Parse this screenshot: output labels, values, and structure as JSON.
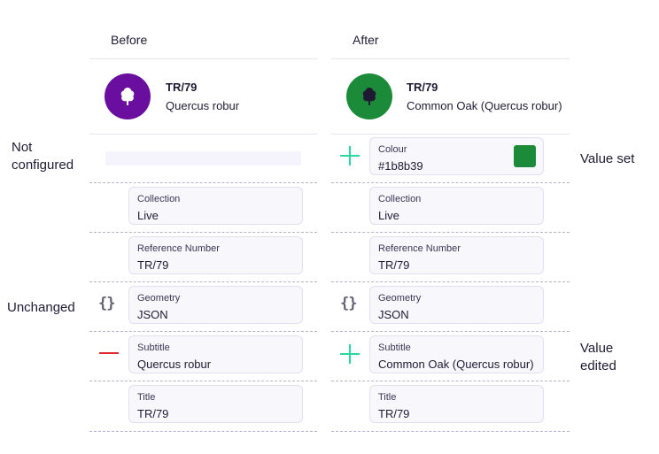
{
  "columns": {
    "before": "Before",
    "after": "After"
  },
  "before_feature": {
    "title": "TR/79",
    "subtitle": "Quercus robur",
    "color": "#6a0ea0"
  },
  "after_feature": {
    "title": "TR/79",
    "subtitle": "Common Oak (Quercus robur)",
    "color": "#1b8b39"
  },
  "side_labels": {
    "not_configured": "Not\nconfigured",
    "unchanged": "Unchanged",
    "value_set": "Value set",
    "value_edited": "Value\nedited"
  },
  "before_rows": {
    "collection": {
      "label": "Collection",
      "value": "Live"
    },
    "reference": {
      "label": "Reference Number",
      "value": "TR/79"
    },
    "geometry": {
      "label": "Geometry",
      "value": "JSON"
    },
    "subtitle": {
      "label": "Subtitle",
      "value": "Quercus robur"
    },
    "title": {
      "label": "Title",
      "value": "TR/79"
    }
  },
  "after_rows": {
    "colour": {
      "label": "Colour",
      "value": "#1b8b39",
      "swatch": "#1b8b39"
    },
    "collection": {
      "label": "Collection",
      "value": "Live"
    },
    "reference": {
      "label": "Reference Number",
      "value": "TR/79"
    },
    "geometry": {
      "label": "Geometry",
      "value": "JSON"
    },
    "subtitle": {
      "label": "Subtitle",
      "value": "Common Oak (Quercus robur)"
    },
    "title": {
      "label": "Title",
      "value": "TR/79"
    }
  },
  "colors": {
    "added": "#29d6a1",
    "removed": "#e0282e",
    "unchanged_icon": "#666273"
  },
  "icons": {
    "feature": "tree-icon",
    "added": "plus-icon",
    "removed": "minus-icon",
    "unchanged": "braces-icon"
  }
}
